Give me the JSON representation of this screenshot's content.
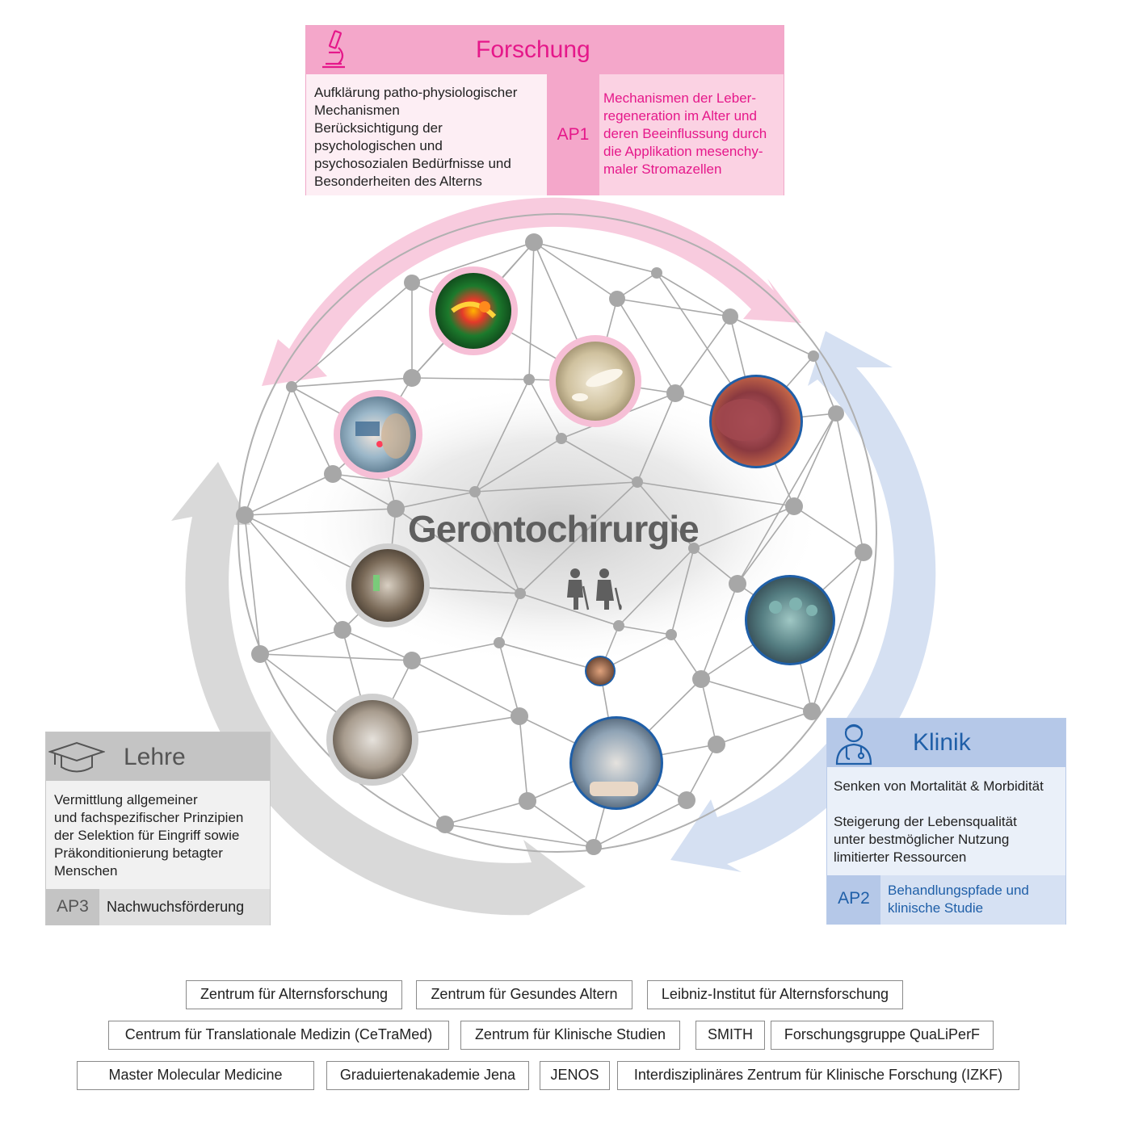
{
  "center": {
    "title": "Gerontochirurgie",
    "icon": "elderly-couple-icon"
  },
  "forschung": {
    "title": "Forschung",
    "icon": "microscope-icon",
    "description": "Aufklärung patho-physiologischer\nMechanismen\nBerücksichtigung der\npsychologischen und\npsychosozialen Bedürfnisse und\nBesonderheiten des Alterns",
    "ap_label": "AP1",
    "ap_text": "Mechanismen der Leber-\nregeneration im Alter und\nderen Beeinflussung durch\ndie Applikation mesenchy-\nmaler Stromazellen"
  },
  "klinik": {
    "title": "Klinik",
    "icon": "doctor-icon",
    "description_1": "Senken von Mortalität & Morbidität",
    "description_2": "Steigerung der Lebensqualität\nunter bestmöglicher Nutzung\nlimitierter Ressourcen",
    "ap_label": "AP2",
    "ap_text": "Behandlungspfade und\nklinische Studie"
  },
  "lehre": {
    "title": "Lehre",
    "icon": "graduation-cap-icon",
    "description": "Vermittlung allgemeiner\nund fachspezifischer Prinzipien\nder Selektion für Eingriff sowie\nPräkonditionierung betagter\nMenschen",
    "ap_label": "AP3",
    "ap_text": "Nachwuchsförderung"
  },
  "institutions": [
    "Zentrum für Alternsforschung",
    "Zentrum für Gesundes Altern",
    "Leibniz-Institut für Alternsforschung",
    "Centrum für Translationale Medizin (CeTraMed)",
    "Zentrum für Klinische Studien",
    "SMITH",
    "Forschungsgruppe QuaLiPerF",
    "Master Molecular Medicine",
    "Graduiertenakademie Jena",
    "JENOS",
    "Interdisziplinäres Zentrum für Klinische Forschung (IZKF)"
  ],
  "colors": {
    "forschung_accent": "#e5188a",
    "forschung_header": "#f2a3c8",
    "forschung_light": "#fde8f1",
    "klinik_accent": "#1f5fa8",
    "klinik_header": "#b9cbe9",
    "klinik_light": "#eaf0f9",
    "lehre_header": "#c3c3c3",
    "lehre_light": "#f0f0f0",
    "network_node": "#a7a7a7"
  },
  "photos": [
    "fluorescence-microscopy-photo",
    "lab-work-photo",
    "tissue-sample-photo",
    "liver-surgery-photo",
    "lecture-hall-photo",
    "surgical-team-photo",
    "student-audience-photo",
    "researcher-portrait-photo",
    "intensive-care-patient-photo"
  ]
}
